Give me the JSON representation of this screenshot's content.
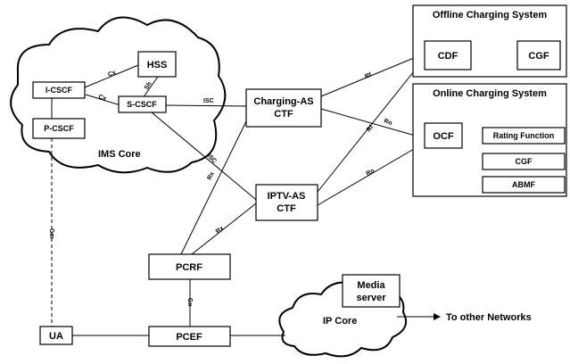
{
  "systems": {
    "offline_title": "Offline Charging System",
    "online_title": "Online Charging System"
  },
  "clouds": {
    "ims_core": "IMS Core",
    "ip_core": "IP Core"
  },
  "nodes": {
    "hss": "HSS",
    "icscf": "I-CSCF",
    "scscf": "S-CSCF",
    "pcscf": "P-CSCF",
    "charging_as_line1": "Charging-AS",
    "charging_as_line2": "CTF",
    "iptv_as_line1": "IPTV-AS",
    "iptv_as_line2": "CTF",
    "cdf": "CDF",
    "cgf_offline": "CGF",
    "ocf": "OCF",
    "rating_function": "Rating Function",
    "cgf_online": "CGF",
    "abmf": "ABMF",
    "pcrf": "PCRF",
    "pcef": "PCEF",
    "ua": "UA",
    "media_server_line1": "Media",
    "media_server_line2": "server"
  },
  "interfaces": {
    "cx_hss_icscf": "Cx",
    "sh_hss_scscf": "Sh",
    "cx_icscf_scscf": "Cx",
    "isc_scscf_chas": "ISC",
    "isc_scscf_iptv": "ISC",
    "rx_chas_pcrf": "Rx",
    "rx_iptv_pcrf": "Rx",
    "rf_chas_cdf": "Rf",
    "ro_chas_ocf": "Ro",
    "rf_iptv_cdf": "Rf",
    "ro_iptv_ocf": "Ro",
    "gm_pcscf_ua": "Gm",
    "gx_pcrf_pcef": "Gx"
  },
  "external": {
    "to_other_networks": "To other Networks"
  }
}
